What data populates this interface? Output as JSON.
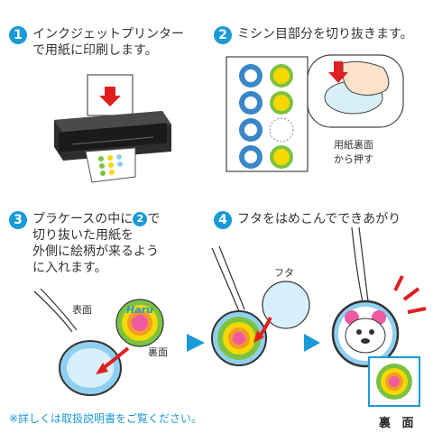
{
  "steps": [
    {
      "number": "1",
      "line1": "インクジェットプリンター",
      "line2": "で用紙に印刷します。"
    },
    {
      "number": "2",
      "line1": "ミシン目部分を切り抜きます。"
    },
    {
      "number": "3",
      "line1_a": "プラケースの中に",
      "line1_ref": "2",
      "line1_b": "で",
      "line2": "切り抜いた用紙を",
      "line3": "外側に絵柄が来るよう",
      "line4": "に入れます。"
    },
    {
      "number": "4",
      "line1": "フタをはめこんでできあがり"
    }
  ],
  "labels": {
    "back_push_1": "用紙裏面",
    "back_push_2": "から押す",
    "front": "表面",
    "back": "裏面",
    "lid": "フタ",
    "back_bottom": "裏 面",
    "sample_name": "Haru"
  },
  "note": "※詳しくは取扱説明書をご覧ください。",
  "colors": {
    "accent": "#1a9ad6",
    "arrow_red": "#e02020",
    "ring_green": "#7cc242",
    "ring_yellow": "#f5d800",
    "ring_orange": "#f39b2a",
    "ring_pink": "#ef5aa0",
    "case_blue": "#8fd0f0"
  },
  "icons": [
    "printer-icon",
    "sheet-icon",
    "finger-icon",
    "keychain-icon",
    "bear-icon",
    "arrow-icon"
  ]
}
